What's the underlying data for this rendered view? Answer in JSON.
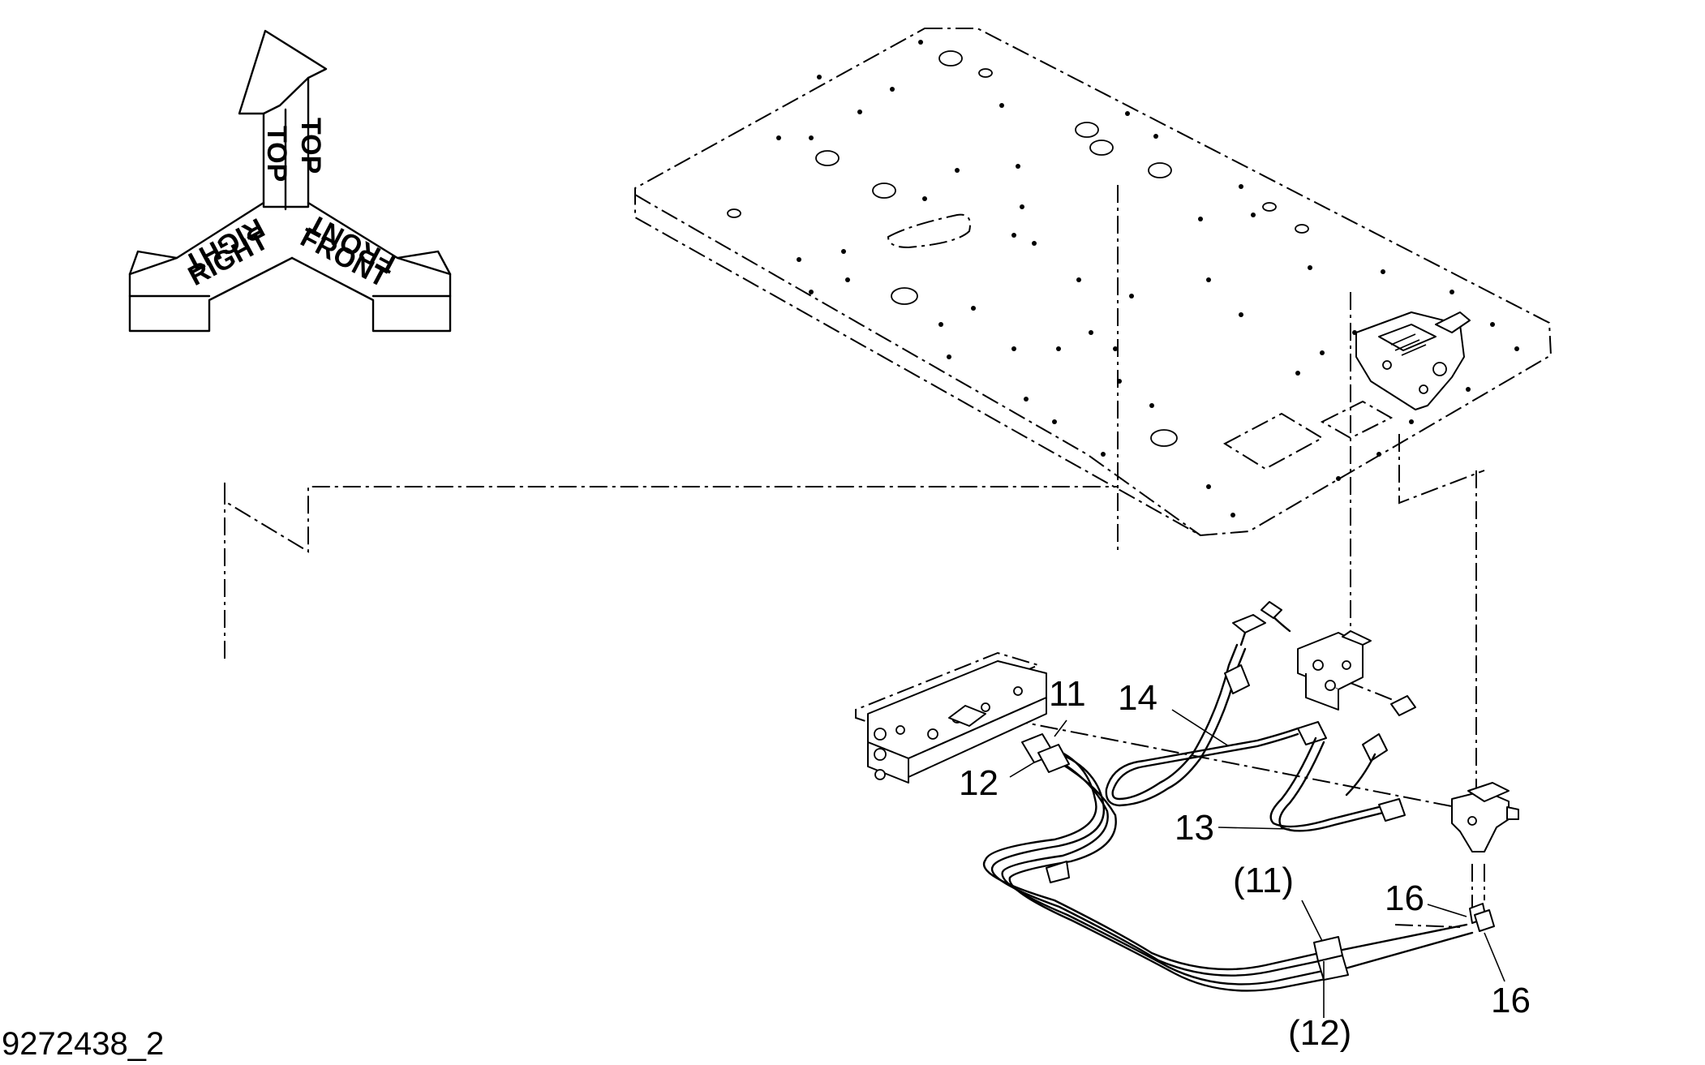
{
  "orientation": {
    "top_label": "TOP",
    "right_label": "RIGHT",
    "front_label": "FRONT"
  },
  "callouts": {
    "c11": "11",
    "c12": "12",
    "c13": "13",
    "c14": "14",
    "c11_ref": "(11)",
    "c12_ref": "(12)",
    "c16_a": "16",
    "c16_b": "16"
  },
  "document_id": "9272438_2"
}
